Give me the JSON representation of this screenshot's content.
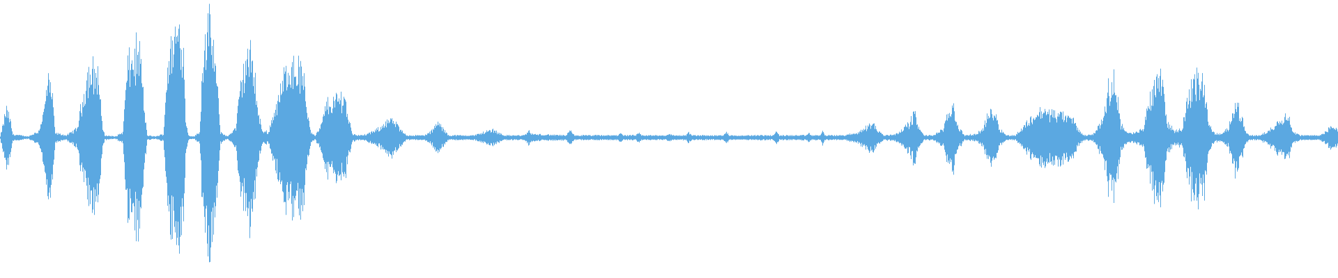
{
  "waveform": {
    "color": "#5ba8e1",
    "envelope": [
      [
        0,
        0.01
      ],
      [
        4,
        0.12
      ],
      [
        9,
        0.26
      ],
      [
        14,
        0.16
      ],
      [
        18,
        0.03
      ],
      [
        40,
        0.01
      ],
      [
        55,
        0.06
      ],
      [
        62,
        0.22
      ],
      [
        68,
        0.5
      ],
      [
        73,
        0.46
      ],
      [
        79,
        0.04
      ],
      [
        95,
        0.02
      ],
      [
        110,
        0.08
      ],
      [
        118,
        0.34
      ],
      [
        126,
        0.58
      ],
      [
        134,
        0.6
      ],
      [
        141,
        0.56
      ],
      [
        146,
        0.12
      ],
      [
        150,
        0.02
      ],
      [
        165,
        0.01
      ],
      [
        176,
        0.05
      ],
      [
        182,
        0.62
      ],
      [
        188,
        0.68
      ],
      [
        194,
        0.74
      ],
      [
        201,
        0.75
      ],
      [
        206,
        0.28
      ],
      [
        211,
        0.02
      ],
      [
        222,
        0.01
      ],
      [
        234,
        0.03
      ],
      [
        240,
        0.66
      ],
      [
        248,
        0.86
      ],
      [
        256,
        0.98
      ],
      [
        262,
        0.9
      ],
      [
        266,
        0.18
      ],
      [
        270,
        0.02
      ],
      [
        278,
        0.01
      ],
      [
        286,
        0.05
      ],
      [
        292,
        0.88
      ],
      [
        298,
        0.96
      ],
      [
        304,
        0.9
      ],
      [
        310,
        0.55
      ],
      [
        316,
        0.05
      ],
      [
        326,
        0.01
      ],
      [
        338,
        0.09
      ],
      [
        346,
        0.52
      ],
      [
        356,
        0.74
      ],
      [
        364,
        0.64
      ],
      [
        370,
        0.22
      ],
      [
        376,
        0.06
      ],
      [
        385,
        0.05
      ],
      [
        392,
        0.22
      ],
      [
        400,
        0.36
      ],
      [
        408,
        0.56
      ],
      [
        414,
        0.68
      ],
      [
        420,
        0.64
      ],
      [
        426,
        0.62
      ],
      [
        434,
        0.58
      ],
      [
        440,
        0.26
      ],
      [
        446,
        0.05
      ],
      [
        452,
        0.02
      ],
      [
        460,
        0.1
      ],
      [
        468,
        0.3
      ],
      [
        478,
        0.32
      ],
      [
        486,
        0.36
      ],
      [
        494,
        0.38
      ],
      [
        500,
        0.16
      ],
      [
        506,
        0.03
      ],
      [
        520,
        0.02
      ],
      [
        530,
        0.04
      ],
      [
        544,
        0.08
      ],
      [
        552,
        0.14
      ],
      [
        560,
        0.16
      ],
      [
        568,
        0.12
      ],
      [
        576,
        0.06
      ],
      [
        584,
        0.02
      ],
      [
        608,
        0.02
      ],
      [
        618,
        0.05
      ],
      [
        628,
        0.14
      ],
      [
        636,
        0.07
      ],
      [
        644,
        0.02
      ],
      [
        680,
        0.02
      ],
      [
        700,
        0.06
      ],
      [
        708,
        0.07
      ],
      [
        716,
        0.04
      ],
      [
        724,
        0.02
      ],
      [
        752,
        0.02
      ],
      [
        758,
        0.06
      ],
      [
        764,
        0.03
      ],
      [
        812,
        0.02
      ],
      [
        818,
        0.06
      ],
      [
        824,
        0.02
      ],
      [
        886,
        0.02
      ],
      [
        890,
        0.05
      ],
      [
        894,
        0.02
      ],
      [
        912,
        0.02
      ],
      [
        916,
        0.04
      ],
      [
        920,
        0.02
      ],
      [
        956,
        0.02
      ],
      [
        960,
        0.04
      ],
      [
        964,
        0.02
      ],
      [
        984,
        0.02
      ],
      [
        988,
        0.05
      ],
      [
        992,
        0.02
      ],
      [
        1038,
        0.02
      ],
      [
        1042,
        0.06
      ],
      [
        1046,
        0.02
      ],
      [
        1088,
        0.02
      ],
      [
        1092,
        0.03
      ],
      [
        1096,
        0.02
      ],
      [
        1110,
        0.02
      ],
      [
        1114,
        0.06
      ],
      [
        1118,
        0.02
      ],
      [
        1156,
        0.02
      ],
      [
        1160,
        0.04
      ],
      [
        1164,
        0.02
      ],
      [
        1176,
        0.02
      ],
      [
        1180,
        0.06
      ],
      [
        1184,
        0.02
      ],
      [
        1210,
        0.02
      ],
      [
        1228,
        0.04
      ],
      [
        1240,
        0.08
      ],
      [
        1252,
        0.14
      ],
      [
        1258,
        0.07
      ],
      [
        1268,
        0.02
      ],
      [
        1284,
        0.03
      ],
      [
        1296,
        0.08
      ],
      [
        1306,
        0.14
      ],
      [
        1312,
        0.24
      ],
      [
        1318,
        0.08
      ],
      [
        1326,
        0.02
      ],
      [
        1338,
        0.02
      ],
      [
        1346,
        0.05
      ],
      [
        1354,
        0.08
      ],
      [
        1360,
        0.22
      ],
      [
        1368,
        0.3
      ],
      [
        1374,
        0.1
      ],
      [
        1384,
        0.02
      ],
      [
        1400,
        0.03
      ],
      [
        1410,
        0.08
      ],
      [
        1418,
        0.2
      ],
      [
        1426,
        0.26
      ],
      [
        1434,
        0.08
      ],
      [
        1444,
        0.02
      ],
      [
        1456,
        0.02
      ],
      [
        1466,
        0.08
      ],
      [
        1480,
        0.18
      ],
      [
        1494,
        0.24
      ],
      [
        1510,
        0.22
      ],
      [
        1526,
        0.2
      ],
      [
        1540,
        0.16
      ],
      [
        1548,
        0.06
      ],
      [
        1556,
        0.02
      ],
      [
        1568,
        0.03
      ],
      [
        1580,
        0.14
      ],
      [
        1590,
        0.42
      ],
      [
        1596,
        0.5
      ],
      [
        1602,
        0.44
      ],
      [
        1608,
        0.12
      ],
      [
        1618,
        0.04
      ],
      [
        1628,
        0.04
      ],
      [
        1640,
        0.08
      ],
      [
        1648,
        0.32
      ],
      [
        1656,
        0.5
      ],
      [
        1662,
        0.58
      ],
      [
        1668,
        0.54
      ],
      [
        1674,
        0.14
      ],
      [
        1684,
        0.06
      ],
      [
        1696,
        0.08
      ],
      [
        1704,
        0.36
      ],
      [
        1712,
        0.5
      ],
      [
        1720,
        0.52
      ],
      [
        1728,
        0.48
      ],
      [
        1734,
        0.12
      ],
      [
        1742,
        0.04
      ],
      [
        1752,
        0.03
      ],
      [
        1762,
        0.08
      ],
      [
        1768,
        0.26
      ],
      [
        1774,
        0.3
      ],
      [
        1780,
        0.22
      ],
      [
        1786,
        0.06
      ],
      [
        1792,
        0.02
      ],
      [
        1806,
        0.02
      ],
      [
        1818,
        0.05
      ],
      [
        1830,
        0.12
      ],
      [
        1846,
        0.22
      ],
      [
        1856,
        0.05
      ],
      [
        1866,
        0.02
      ],
      [
        1890,
        0.02
      ],
      [
        1900,
        0.04
      ],
      [
        1910,
        0.1
      ],
      [
        1920,
        0.08
      ]
    ]
  }
}
